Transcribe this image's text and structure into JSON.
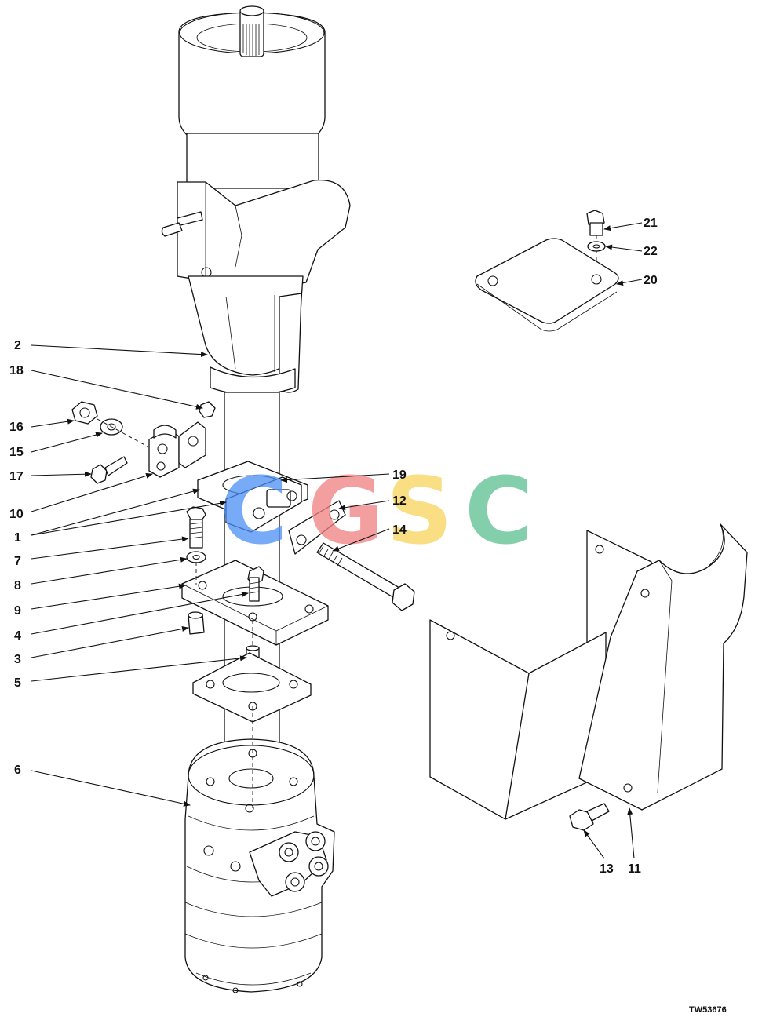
{
  "callouts": [
    "1",
    "2",
    "3",
    "4",
    "5",
    "6",
    "7",
    "8",
    "9",
    "10",
    "11",
    "12",
    "13",
    "14",
    "15",
    "16",
    "17",
    "18",
    "19",
    "20",
    "21",
    "22"
  ],
  "figure_id": "TW53676",
  "watermark": {
    "letters": [
      "C",
      "G",
      "S",
      "C"
    ],
    "colors": [
      "#4c8ff5",
      "#f08080",
      "#f7d35a",
      "#5cbf8f"
    ]
  }
}
